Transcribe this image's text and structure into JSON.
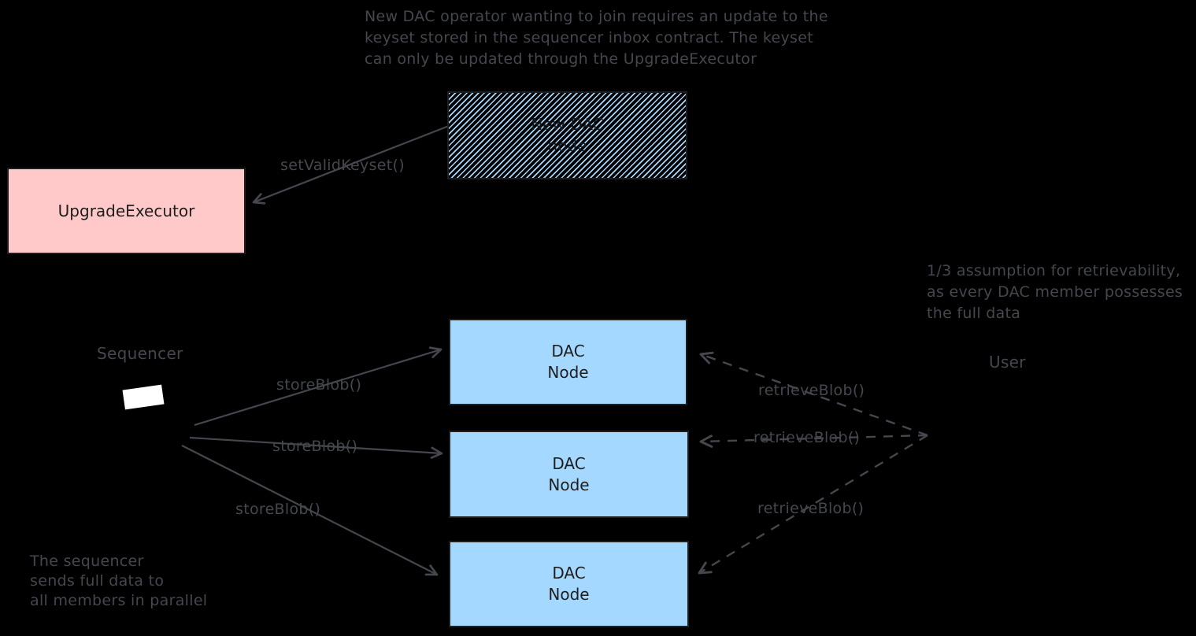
{
  "diagram": {
    "background_color": "#000000",
    "stroke_dim_color": "#44484e",
    "box_stroke_color": "#1e1e1e",
    "notes": {
      "keyset_update": "New DAC operator wanting to join requires an update to the\nkeyset stored in the sequencer inbox contract. The keyset\ncan only be updated through the UpgradeExecutor",
      "retrievability": "1/3 assumption for retrievability,\nas every DAC member possesses\nthe full data",
      "parallel_send": "The sequencer\nsends full data to\nall members in parallel"
    },
    "nodes": {
      "new_dac_node": {
        "label": "New DAC\nnode",
        "fill_style": "hatched",
        "hatch_color": "#a5d8ff"
      },
      "upgrade_executor": {
        "label": "UpgradeExecutor",
        "fill": "#ffc9c9"
      },
      "dac_node_1": {
        "label": "DAC\nNode",
        "fill": "#a5d8ff"
      },
      "dac_node_2": {
        "label": "DAC\nNode",
        "fill": "#a5d8ff"
      },
      "dac_node_3": {
        "label": "DAC\nNode",
        "fill": "#a5d8ff"
      }
    },
    "actors": {
      "sequencer": {
        "label": "Sequencer",
        "chip_color": "#ffffff"
      },
      "user": {
        "label": "User"
      }
    },
    "edges": {
      "set_valid_keyset": {
        "label": "setValidKeyset()",
        "style": "solid"
      },
      "store_blob_1": {
        "label": "storeBlob()",
        "style": "solid"
      },
      "store_blob_2": {
        "label": "storeBlob()",
        "style": "solid"
      },
      "store_blob_3": {
        "label": "storeBlob()",
        "style": "solid"
      },
      "retrieve_blob_1": {
        "label": "retrieveBlob()",
        "style": "dashed"
      },
      "retrieve_blob_2": {
        "label": "retrieveBlob()",
        "style": "dashed"
      },
      "retrieve_blob_3": {
        "label": "retrieveBlob()",
        "style": "dashed"
      }
    }
  }
}
